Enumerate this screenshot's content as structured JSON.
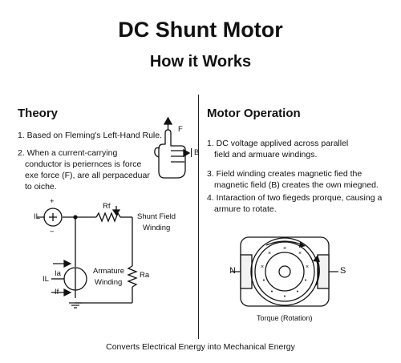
{
  "header": {
    "title": "DC Shunt Motor",
    "subtitle": "How it Works"
  },
  "theory": {
    "heading": "Theory",
    "point1": "1. Based on Fleming's Left-Hand Rule.",
    "point2_line1": "2. When a current-carrying",
    "point2_line2": "conductor is periernces is force",
    "point2_line3": "exe force (F), are all perpaceduar",
    "point2_line4": "to oiche.",
    "hand_label_f": "F",
    "hand_label_b": "B"
  },
  "circuit": {
    "plus": "+",
    "minus": "−",
    "il_top": "IL",
    "rf": "Rf",
    "shunt_line1": "Shunt Field",
    "shunt_line2": "Winding",
    "il_left": "IL",
    "ia": "Ia",
    "if": "If",
    "armature_line1": "Armature",
    "armature_line2": "Winding",
    "ra": "Ra"
  },
  "operation": {
    "heading": "Motor Operation",
    "point1_line1": "1. DC voltage applived across parallel",
    "point1_line2": "field and armuare windings.",
    "point3_line1": "3. Field winding creates magnetic fied the",
    "point3_line2": "magnetic field (B) creates the own miegned.",
    "point4_line1": "4. Intaraction of two fiegeds prorque, causing a",
    "point4_line2": "armure to rotate."
  },
  "motor": {
    "pole_n": "N",
    "pole_s": "S",
    "caption": "Torque (Rotation)"
  },
  "footer": {
    "text": "Converts Electrical Energy into Mechanical Energy"
  }
}
